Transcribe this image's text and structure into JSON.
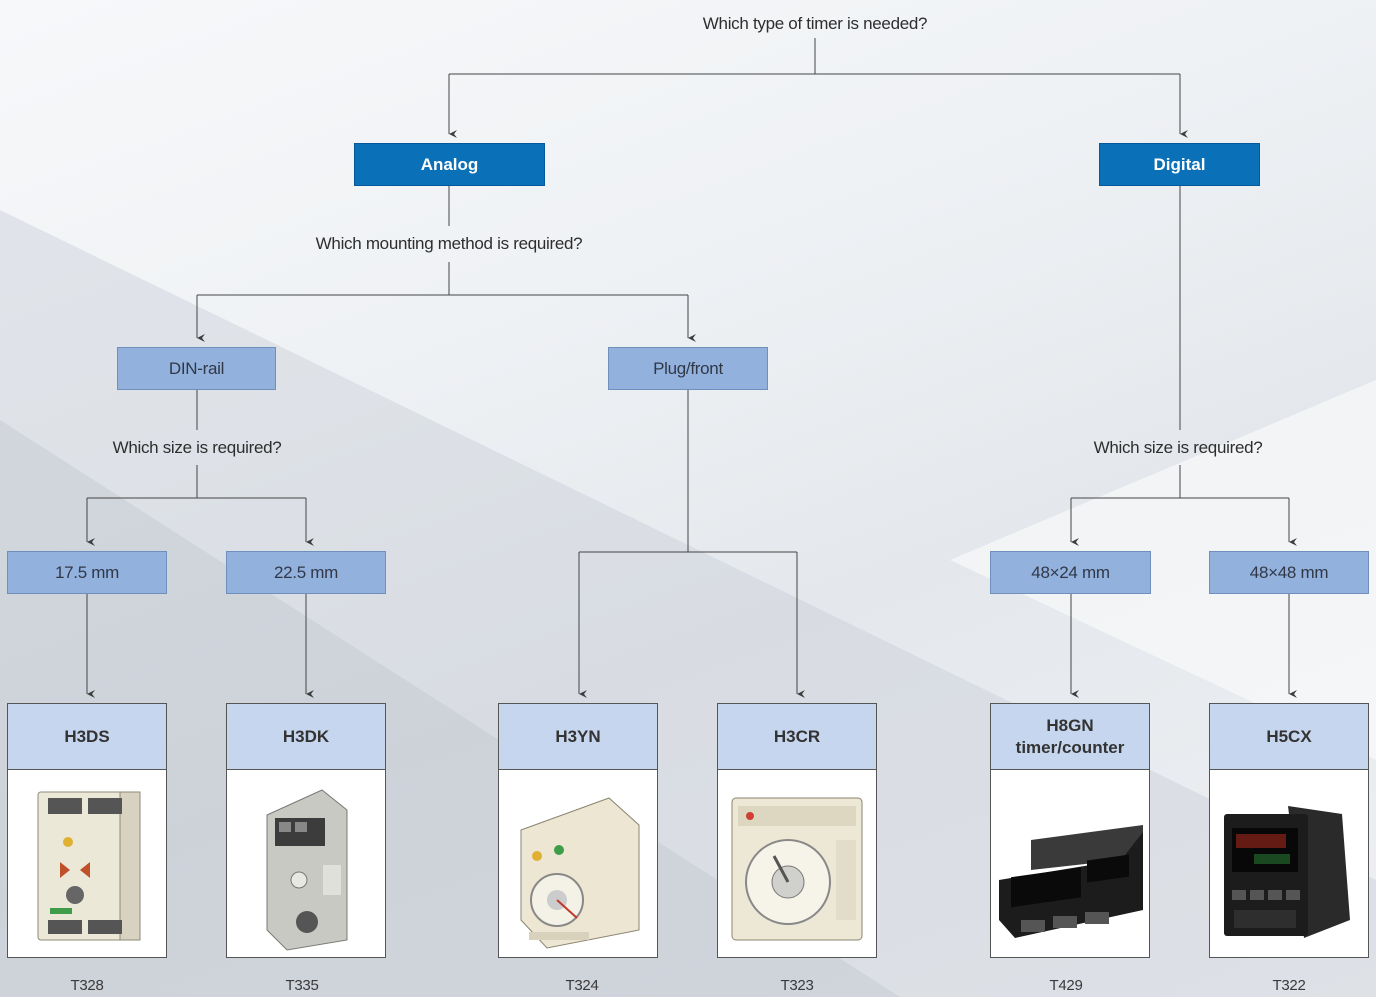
{
  "questions": {
    "root": "Which type of timer is needed?",
    "mounting": "Which mounting method is required?",
    "size_analog": "Which size is required?",
    "size_digital": "Which size is required?"
  },
  "categories": {
    "analog": "Analog",
    "digital": "Digital"
  },
  "options": {
    "din_rail": "DIN-rail",
    "plug_front": "Plug/front",
    "mm_17_5": "17.5 mm",
    "mm_22_5": "22.5 mm",
    "mm_48x24": "48×24 mm",
    "mm_48x48": "48×48 mm"
  },
  "products": [
    {
      "name": "H3DS",
      "ref": "T328"
    },
    {
      "name": "H3DK",
      "ref": "T335"
    },
    {
      "name": "H3YN",
      "ref": "T324"
    },
    {
      "name": "H3CR",
      "ref": "T323"
    },
    {
      "name": "H8GN",
      "subtitle": "timer/counter",
      "ref": "T429"
    },
    {
      "name": "H5CX",
      "ref": "T322"
    }
  ],
  "colors": {
    "primary_box": "#0a70b8",
    "secondary_box": "#93b1dd",
    "card_header": "#c6d6ee"
  }
}
